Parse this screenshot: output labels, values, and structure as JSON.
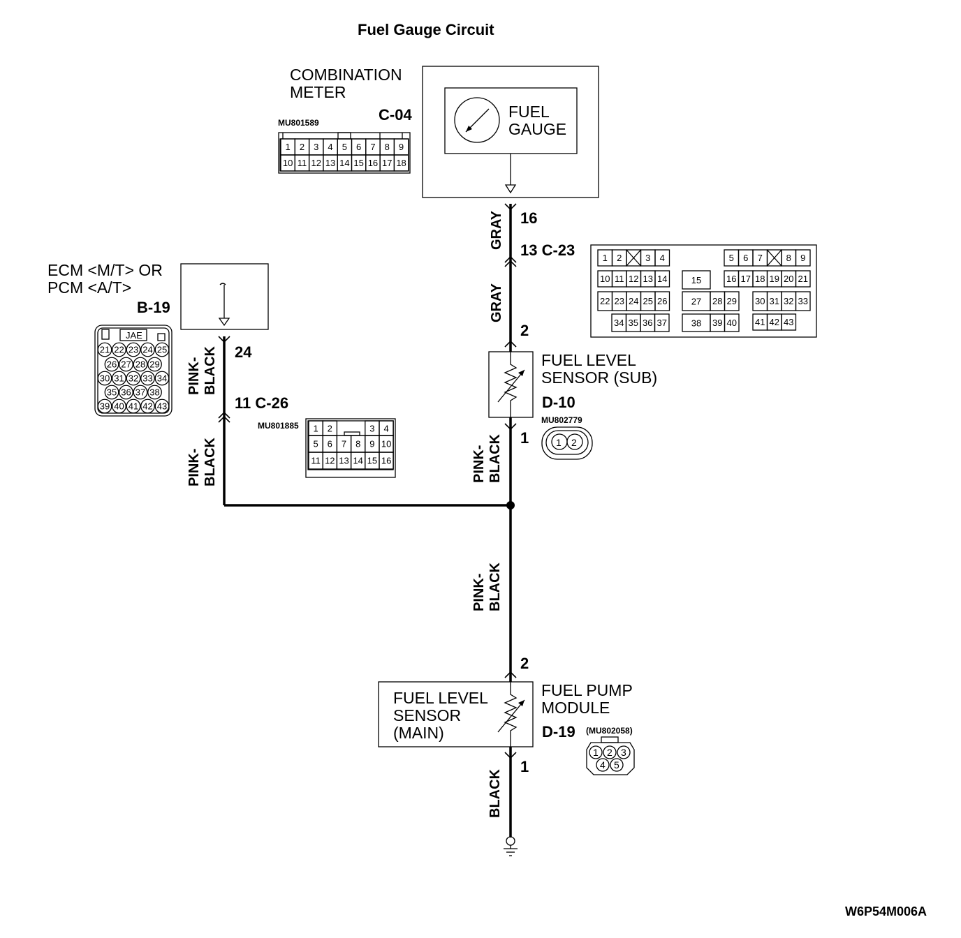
{
  "title": "Fuel Gauge Circuit",
  "combination_meter": {
    "label_line1": "COMBINATION",
    "label_line2": "METER",
    "connector_id": "C-04",
    "part_no": "MU801589",
    "gauge_line1": "FUEL",
    "gauge_line2": "GAUGE",
    "pin": "16",
    "pins_row1": [
      "1",
      "2",
      "3",
      "4",
      "5",
      "6",
      "7",
      "8",
      "9"
    ],
    "pins_row2": [
      "10",
      "11",
      "12",
      "13",
      "14",
      "15",
      "16",
      "17",
      "18"
    ]
  },
  "ecm": {
    "label_line1": "ECM <M/T> OR",
    "label_line2": "PCM <A/T>",
    "connector_id": "B-19",
    "pin": "24",
    "maker": "JAE",
    "pins_row1": [
      "21",
      "22",
      "23",
      "24",
      "25"
    ],
    "pins_row2": [
      "26",
      "27",
      "28",
      "29"
    ],
    "pins_row3": [
      "30",
      "31",
      "32",
      "33",
      "34"
    ],
    "pins_row4": [
      "35",
      "36",
      "37",
      "38"
    ],
    "pins_row5": [
      "39",
      "40",
      "41",
      "42",
      "43"
    ]
  },
  "connector_c23": {
    "label": "13 C-23",
    "pins_row1_left": [
      "1",
      "2",
      "",
      "3",
      "4"
    ],
    "pins_row1_right": [
      "5",
      "6",
      "7",
      "",
      "8",
      "9"
    ],
    "pins_row2_left": [
      "10",
      "11",
      "12",
      "13",
      "14"
    ],
    "pin_15": "15",
    "pins_row2_right": [
      "16",
      "17",
      "18",
      "19",
      "20",
      "21"
    ],
    "pins_row3_left": [
      "22",
      "23",
      "24",
      "25",
      "26"
    ],
    "pin_27": "27",
    "pins_row3_mid": [
      "28",
      "29"
    ],
    "pins_row3_right": [
      "30",
      "31",
      "32",
      "33"
    ],
    "pins_row4_left": [
      "34",
      "35",
      "36",
      "37"
    ],
    "pin_38": "38",
    "pins_row4_mid": [
      "39",
      "40"
    ],
    "pins_row4_right": [
      "41",
      "42",
      "43"
    ]
  },
  "connector_c26": {
    "label": "11 C-26",
    "part_no": "MU801885",
    "pins_row1": [
      "1",
      "2",
      "",
      "",
      "3",
      "4"
    ],
    "pins_row2": [
      "5",
      "6",
      "7",
      "8",
      "9",
      "10"
    ],
    "pins_row3": [
      "11",
      "12",
      "13",
      "14",
      "15",
      "16"
    ]
  },
  "sensor_sub": {
    "label_line1": "FUEL LEVEL",
    "label_line2": "SENSOR (SUB)",
    "connector_id": "D-10",
    "part_no": "MU802779",
    "pin_top": "2",
    "pin_bottom": "1",
    "pins": [
      "1",
      "2"
    ]
  },
  "sensor_main": {
    "label_line1": "FUEL LEVEL",
    "label_line2": "SENSOR",
    "label_line3": "(MAIN)",
    "module_line1": "FUEL PUMP",
    "module_line2": "MODULE",
    "connector_id": "D-19",
    "part_no": "(MU802058)",
    "pin_top": "2",
    "pin_bottom": "1",
    "pins_row1": [
      "1",
      "2",
      "3"
    ],
    "pins_row2": [
      "4",
      "5"
    ]
  },
  "wires": {
    "gray": "GRAY",
    "pink": "PINK-",
    "black": "BLACK"
  },
  "figure_code": "W6P54M006A"
}
